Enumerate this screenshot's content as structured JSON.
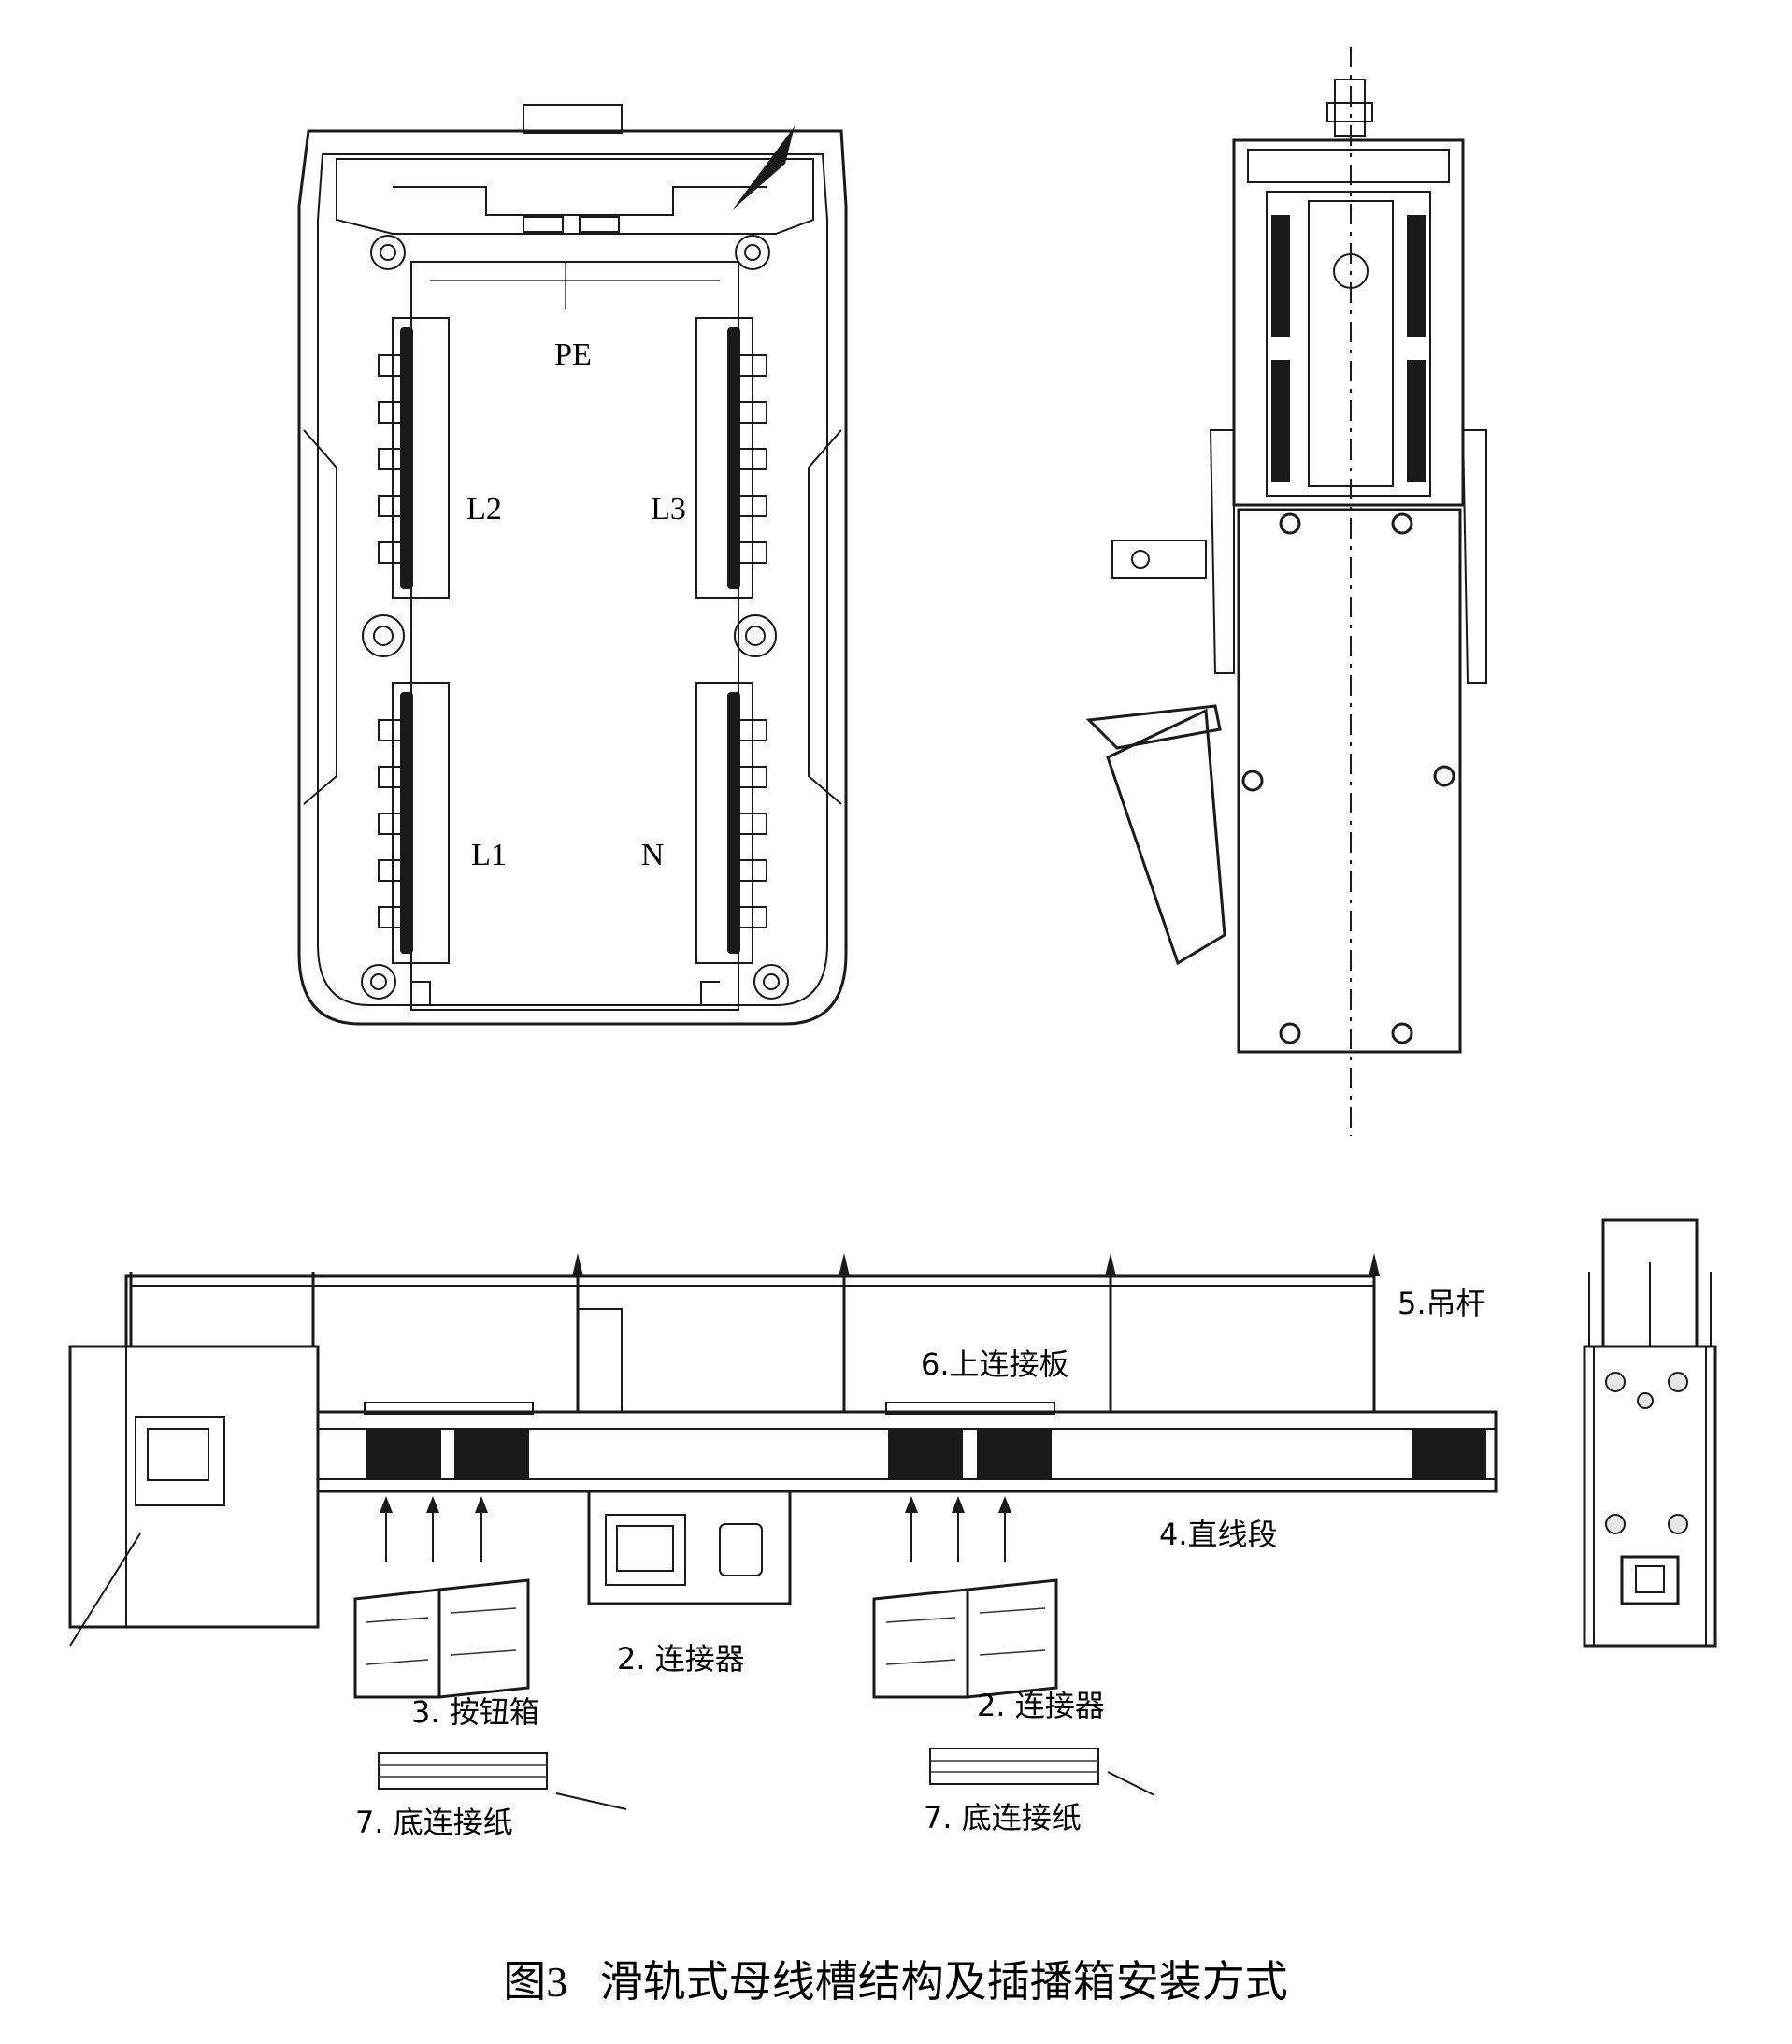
{
  "top_front_view": {
    "labels": {
      "pe": "PE",
      "l2": "L2",
      "l3": "L3",
      "l1": "L1",
      "n": "N"
    }
  },
  "bottom_view": {
    "labels": {
      "hanger": "5.吊杆",
      "upper_plate": "6.上连接板",
      "straight": "4.直线段",
      "connector_center": "2. 连接器",
      "connector_right": "2. 连接器",
      "button_box": "3. 按钮箱",
      "bottom_paper_left": "7. 底连接纸",
      "bottom_paper_right": "7. 底连接纸"
    }
  },
  "caption": "图3   滑轨式母线槽结构及插播箱安装方式"
}
